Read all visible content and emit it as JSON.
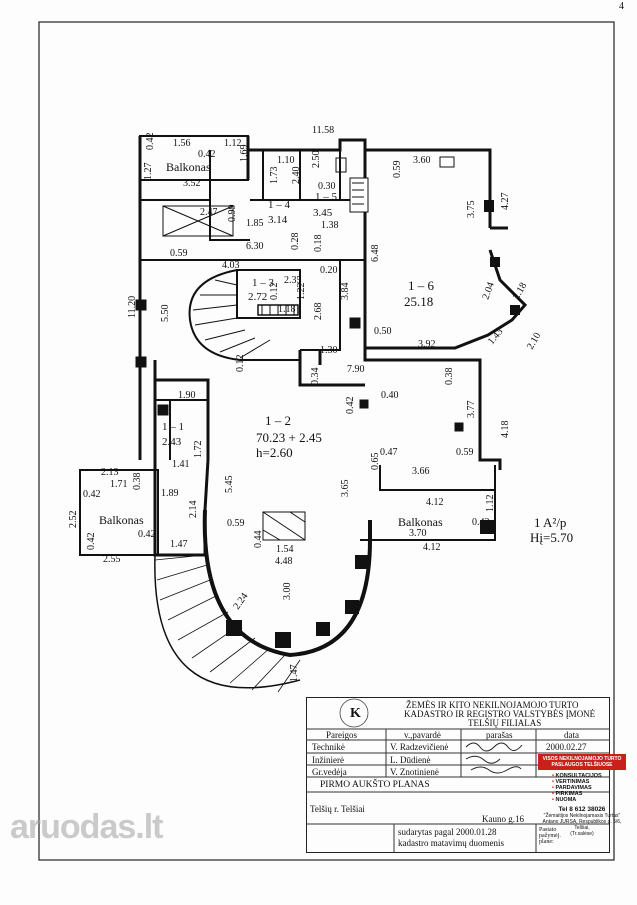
{
  "page_number": "4",
  "rooms": {
    "r14": {
      "id": "1 – 4",
      "area": "3.14"
    },
    "r15": {
      "id": "1 – 5",
      "area": "3.45"
    },
    "r13": {
      "id": "1 – 3",
      "area": "2.72"
    },
    "r16": {
      "id": "1 – 6",
      "area": "25.18"
    },
    "r11": {
      "id": "1 – 1",
      "area": "2.43"
    },
    "r12": {
      "id": "1 – 2",
      "area": "70.23 + 2.45",
      "height": "h=2.60"
    }
  },
  "balconies": {
    "top": "Balkonas",
    "left": "Balkonas",
    "right": "Balkonas"
  },
  "scale_note": "1 A²/p",
  "height_note": "Hį=5.70",
  "dims": {
    "d11_58": "11.58",
    "d1_56": "1.56",
    "d1_12a": "1.12",
    "d0_42a": "0.42",
    "d0_42b": "0.42",
    "d1_27": "1.27",
    "d1_69": "1.69",
    "d1_10": "1.10",
    "d2_50": "2.50",
    "d3_60": "3.60",
    "d1_73": "1.73",
    "d2_40": "2.40",
    "d0_30": "0.30",
    "d0_59a": "0.59",
    "d3_52": "3.52",
    "d2_47": "2.47",
    "d0_99": "0.99",
    "d1_85": "1.85",
    "d1_38": "1.38",
    "d3_75": "3.75",
    "d4_27": "4.27",
    "d6_30": "6.30",
    "d0_28": "0.28",
    "d0_18": "0.18",
    "d0_59b": "0.59",
    "d6_48": "6.48",
    "d4_03": "4.03",
    "d0_20": "0.20",
    "d2_35": "2.35",
    "d0_12a": "0.12",
    "d1_22": "1.22",
    "d2_68": "2.68",
    "d3_84": "3.84",
    "d2_04": "2.04",
    "d2_18": "2.18",
    "d11_20": "11.20",
    "d5_50": "5.50",
    "d1_18": "1.18",
    "d0_50": "0.50",
    "d3_92": "3.92",
    "d1_43": "1.43",
    "d2_10": "2.10",
    "d1_30": "1.30",
    "d0_12b": "0.12",
    "d0_34": "0.34",
    "d7_90": "7.90",
    "d0_38a": "0.38",
    "d1_90": "1.90",
    "d0_40": "0.40",
    "d0_42c": "0.42",
    "d3_77": "3.77",
    "d4_18": "4.18",
    "d0_47": "0.47",
    "d0_59c": "0.59",
    "d0_65": "0.65",
    "d3_66": "3.66",
    "d1_41": "1.41",
    "d1_72": "1.72",
    "d2_13": "2.13",
    "d1_71": "1.71",
    "d0_38b": "0.38",
    "d0_42d": "0.42",
    "d1_89": "1.89",
    "d5_45": "5.45",
    "d3_65": "3.65",
    "d4_12a": "4.12",
    "d1_12b": "1.12",
    "d2_52": "2.52",
    "d2_14": "2.14",
    "d0_59d": "0.59",
    "d0_42e": "0.42",
    "d0_42f": "0.42",
    "d0_42g": "0.42",
    "d1_47a": "1.47",
    "d0_44": "0.44",
    "d1_54": "1.54",
    "d3_70": "3.70",
    "d4_12b": "4.12",
    "d2_55": "2.55",
    "d4_48": "4.48",
    "d2_24": "2.24",
    "d3_00": "3.00",
    "d1_47b": "1.47"
  },
  "stamp": {
    "org_line1": "ŽEMĖS IR KITO NEKILNOJAMOJO TURTO",
    "org_line2": "KADASTRO IR REGISTRO VALSTYBĖS ĮMONĖ",
    "org_line3": "TELŠIŲ FILIALAS",
    "logo_letter": "K",
    "h_pareigos": "Pareigos",
    "h_name": "v.,pavardė",
    "h_sign": "parašas",
    "h_date": "data",
    "r1_role": "Technikė",
    "r1_name": "V. Radzevičienė",
    "r1_date": "2000.02.27",
    "r2_role": "Inžinierė",
    "r2_name": "L. Dūdienė",
    "r3_role": "Gr.vedėja",
    "r3_name": "V. Znotinienė",
    "plan_title": "PIRMO AUKŠTO PLANAS",
    "city": "Telšių r.  Telšiai",
    "address": "Kauno g.16",
    "made_line1": "sudarytas pagal  2000.01.28",
    "made_line2": "kadastro matavimų duomenis",
    "small_note": "Pastato pažymėj. plane:"
  },
  "ad": {
    "brand": "VISOS NEKILNOJAMOJO TURTO PASLAUGOS TELŠIUOSE",
    "items": [
      "KONSULTACIJOS",
      "VERTINIMAS",
      "PARDAVIMAS",
      "PIRKIMAS",
      "NUOMA"
    ],
    "phone": "Tel 8 612 38026",
    "company": "\"Žemaitijos Nekilnojamasis Turtas\"",
    "addr1": "Antano JURSA, Respublikos g. 5/6, Telšiai,",
    "addr2": "(Tr.salėse)"
  },
  "watermark": "aruodas.lt"
}
